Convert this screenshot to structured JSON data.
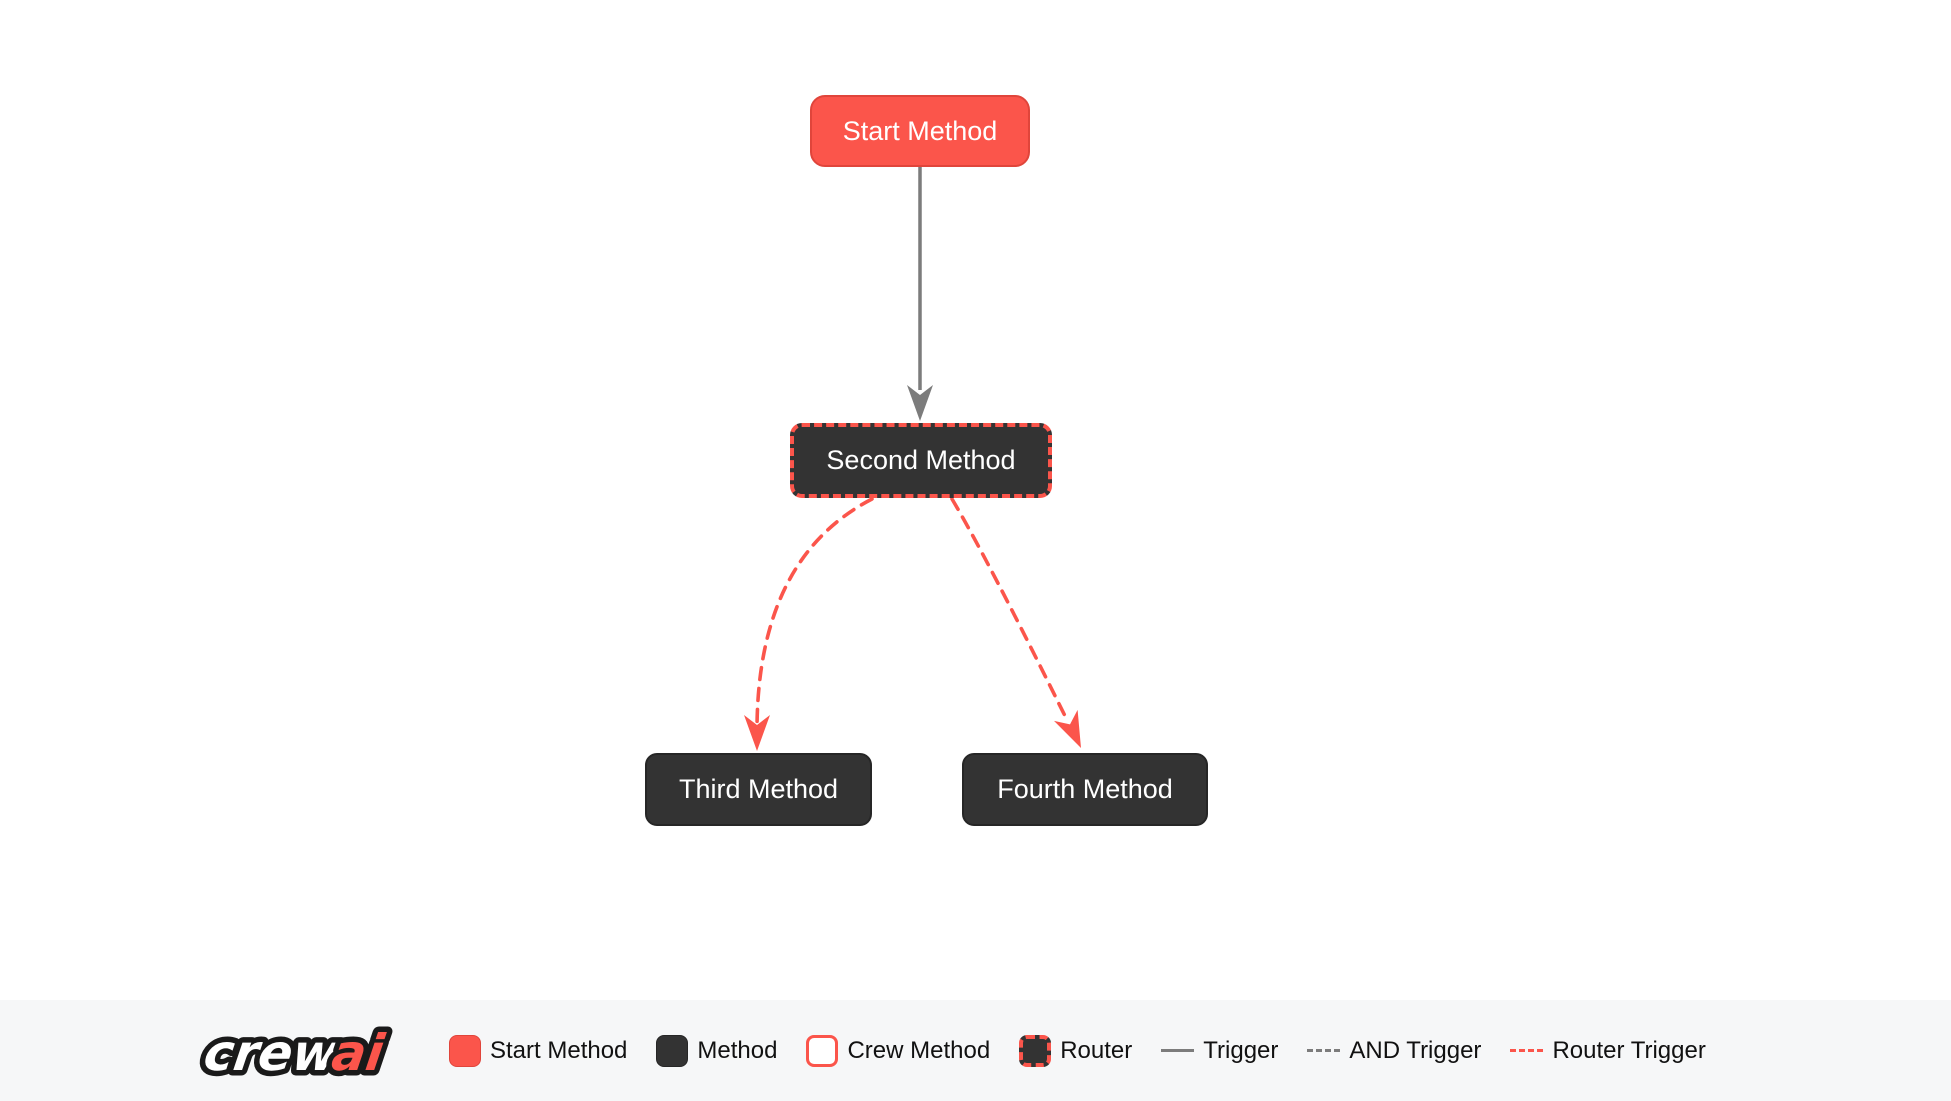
{
  "colors": {
    "red": "#FB554B",
    "red-border": "#E0453B",
    "dark": "#333333",
    "dark-border": "#262626",
    "edge-gray": "#7C7C7C",
    "legend-bg": "#F6F7F8"
  },
  "flow": {
    "nodes": [
      {
        "id": "start",
        "label": "Start Method",
        "type": "start-method"
      },
      {
        "id": "second",
        "label": "Second Method",
        "type": "router"
      },
      {
        "id": "third",
        "label": "Third Method",
        "type": "method"
      },
      {
        "id": "fourth",
        "label": "Fourth Method",
        "type": "method"
      }
    ],
    "edges": [
      {
        "from": "start",
        "to": "second",
        "type": "trigger"
      },
      {
        "from": "second",
        "to": "third",
        "type": "router-trigger"
      },
      {
        "from": "second",
        "to": "fourth",
        "type": "router-trigger"
      }
    ]
  },
  "legend": {
    "logo": {
      "part1": "crew",
      "part2": "ai"
    },
    "items": [
      {
        "label": "Start Method",
        "swatch": "start-method-node"
      },
      {
        "label": "Method",
        "swatch": "method-node"
      },
      {
        "label": "Crew Method",
        "swatch": "crew-method-node"
      },
      {
        "label": "Router",
        "swatch": "router-node"
      },
      {
        "label": "Trigger",
        "swatch": "trigger-line"
      },
      {
        "label": "AND Trigger",
        "swatch": "and-trigger-line"
      },
      {
        "label": "Router Trigger",
        "swatch": "router-trigger-line"
      }
    ]
  }
}
